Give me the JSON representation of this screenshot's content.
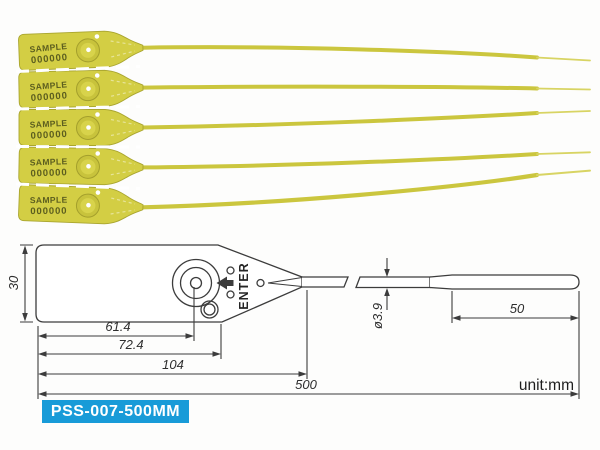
{
  "photo": {
    "description": "five yellow pull-tight plastic security seals fanned out",
    "seal": {
      "line1": "SAMPLE",
      "line2": "000000"
    },
    "seal_count": 5,
    "colors": {
      "plastic_body": "#d3ce44",
      "plastic_edge": "#a9a52e",
      "strap": "#cbc63e",
      "strap_tip": "#d8d463",
      "print_text": "#5c5e1f"
    }
  },
  "drawing": {
    "enter": "ENTER",
    "unit": "unit:mm",
    "dims": {
      "height": "30",
      "lock_center": "61.4",
      "tag_length": "72.4",
      "head_length": "104",
      "overall_length": "500",
      "tip_length": "50",
      "strap_diameter": "ø3.9"
    },
    "line_color": "#3c3c3c"
  },
  "badge": {
    "text": "PSS-007-500MM",
    "bg": "#189bd8",
    "fg": "#ffffff"
  }
}
